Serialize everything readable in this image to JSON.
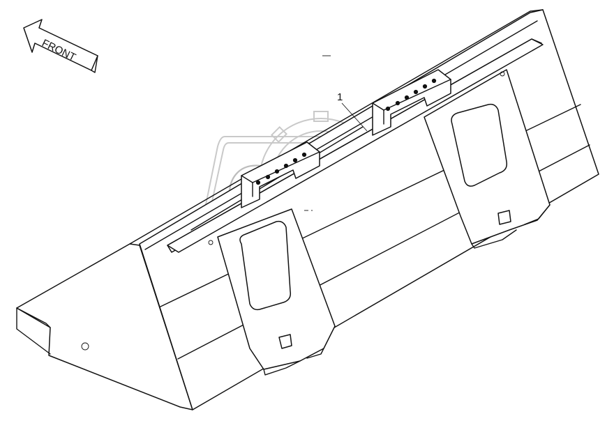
{
  "diagram": {
    "direction_label": "FRONT",
    "callout_number": "1",
    "watermark_text": "OPEX",
    "colors": {
      "ink": "#111111",
      "paper": "#ffffff",
      "watermark": "#c9c9c9"
    },
    "icons": [
      "front-arrow-icon",
      "opex-watermark-logo"
    ]
  }
}
